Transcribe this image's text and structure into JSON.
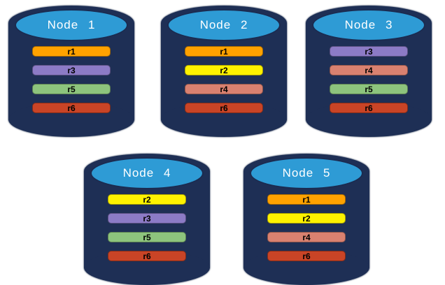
{
  "diagram_title": "database-replication-cluster",
  "colors": {
    "cylinder_body": "#1e2f55",
    "cylinder_top": "#2e9bd5",
    "cylinder_outline": "#1b2b50",
    "title_text": "#ffffff",
    "bar_text": "#000000"
  },
  "replica_colors": {
    "r1": "#ffa200",
    "r2": "#fef200",
    "r3": "#8c7bc6",
    "r4": "#d98170",
    "r5": "#8dc47d",
    "r6": "#c94426"
  },
  "nodes": [
    {
      "title": "Node 1",
      "replicas": [
        "r1",
        "r3",
        "r5",
        "r6"
      ]
    },
    {
      "title": "Node 2",
      "replicas": [
        "r1",
        "r2",
        "r4",
        "r6"
      ]
    },
    {
      "title": "Node 3",
      "replicas": [
        "r3",
        "r4",
        "r5",
        "r6"
      ]
    },
    {
      "title": "Node 4",
      "replicas": [
        "r2",
        "r3",
        "r5",
        "r6"
      ]
    },
    {
      "title": "Node 5",
      "replicas": [
        "r1",
        "r2",
        "r4",
        "r6"
      ]
    }
  ]
}
